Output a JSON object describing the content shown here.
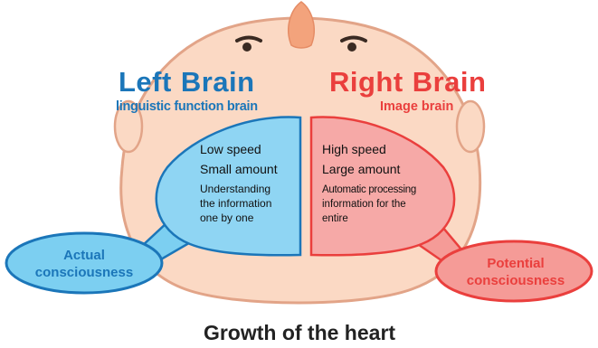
{
  "left": {
    "title_word1": "Left",
    "title_word2": "Brain",
    "subtitle": "linguistic function brain",
    "lines": [
      "Low speed",
      "Small amount",
      "Understanding",
      "the information",
      "one by one"
    ]
  },
  "right": {
    "title_word1": "Right",
    "title_word2": "Brain",
    "subtitle": "Image brain",
    "lines": [
      "High speed",
      "Large amount",
      "Automatic processing",
      "information for the",
      "entire"
    ]
  },
  "bubbles": {
    "left": [
      "Actual",
      "consciousness"
    ],
    "right": [
      "Potential",
      "consciousness"
    ]
  },
  "caption": "Growth of the heart",
  "colors": {
    "face": "#fbd9c4",
    "face_outline": "#e2a488",
    "left_blue": "#1b76b9",
    "right_red": "#ea3f3d",
    "left_fill": "#8fd5f3",
    "right_fill": "#f6a9a7",
    "bubble_left_fill": "#7ccff1",
    "bubble_right_fill": "#f59b97",
    "caption_color": "#222222"
  }
}
